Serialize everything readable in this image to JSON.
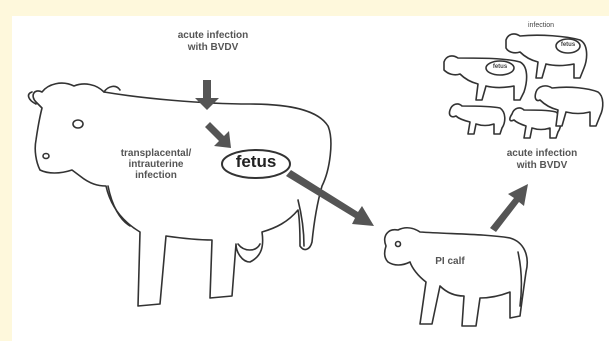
{
  "labels": {
    "acute_top": "acute infection\nwith BVDV",
    "transplacental": "transplacental/\nintrauterine\ninfection",
    "fetus": "fetus",
    "pi_calf": "PI calf",
    "acute_right": "acute infection\nwith BVDV",
    "infection": "infection",
    "fetus_small": "fetus"
  },
  "colors": {
    "background": "#fef8dc",
    "arrow": "#555555",
    "outline": "#333333"
  }
}
